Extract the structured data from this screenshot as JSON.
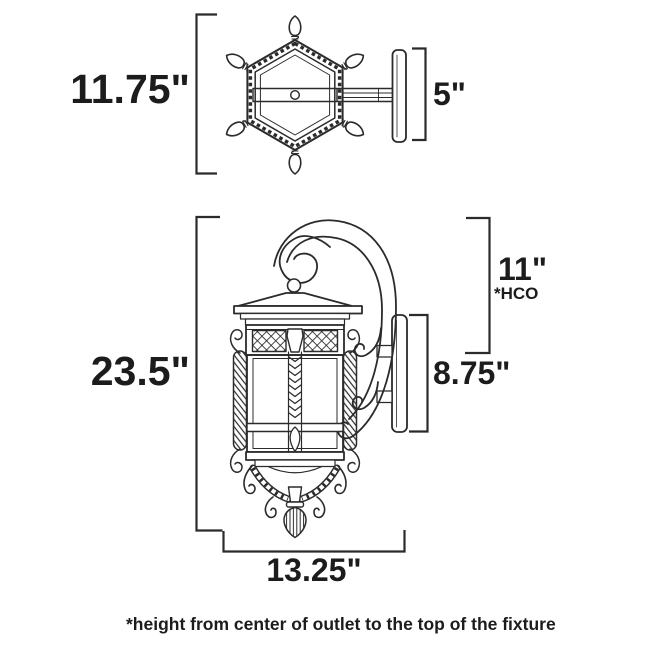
{
  "diagram": {
    "line_color": "#2b2b2b",
    "text_color": "#1c1c1c",
    "background": "#ffffff",
    "top_view": {
      "height_label": "11.75\"",
      "backplate_label": "5\""
    },
    "side_view": {
      "height_label": "23.5\"",
      "hco_label": "11\"",
      "hco_abbr": "*HCO",
      "backplate_label": "8.75\"",
      "width_label": "13.25\""
    },
    "footnote": "*height from center of outlet to the top of the fixture"
  }
}
